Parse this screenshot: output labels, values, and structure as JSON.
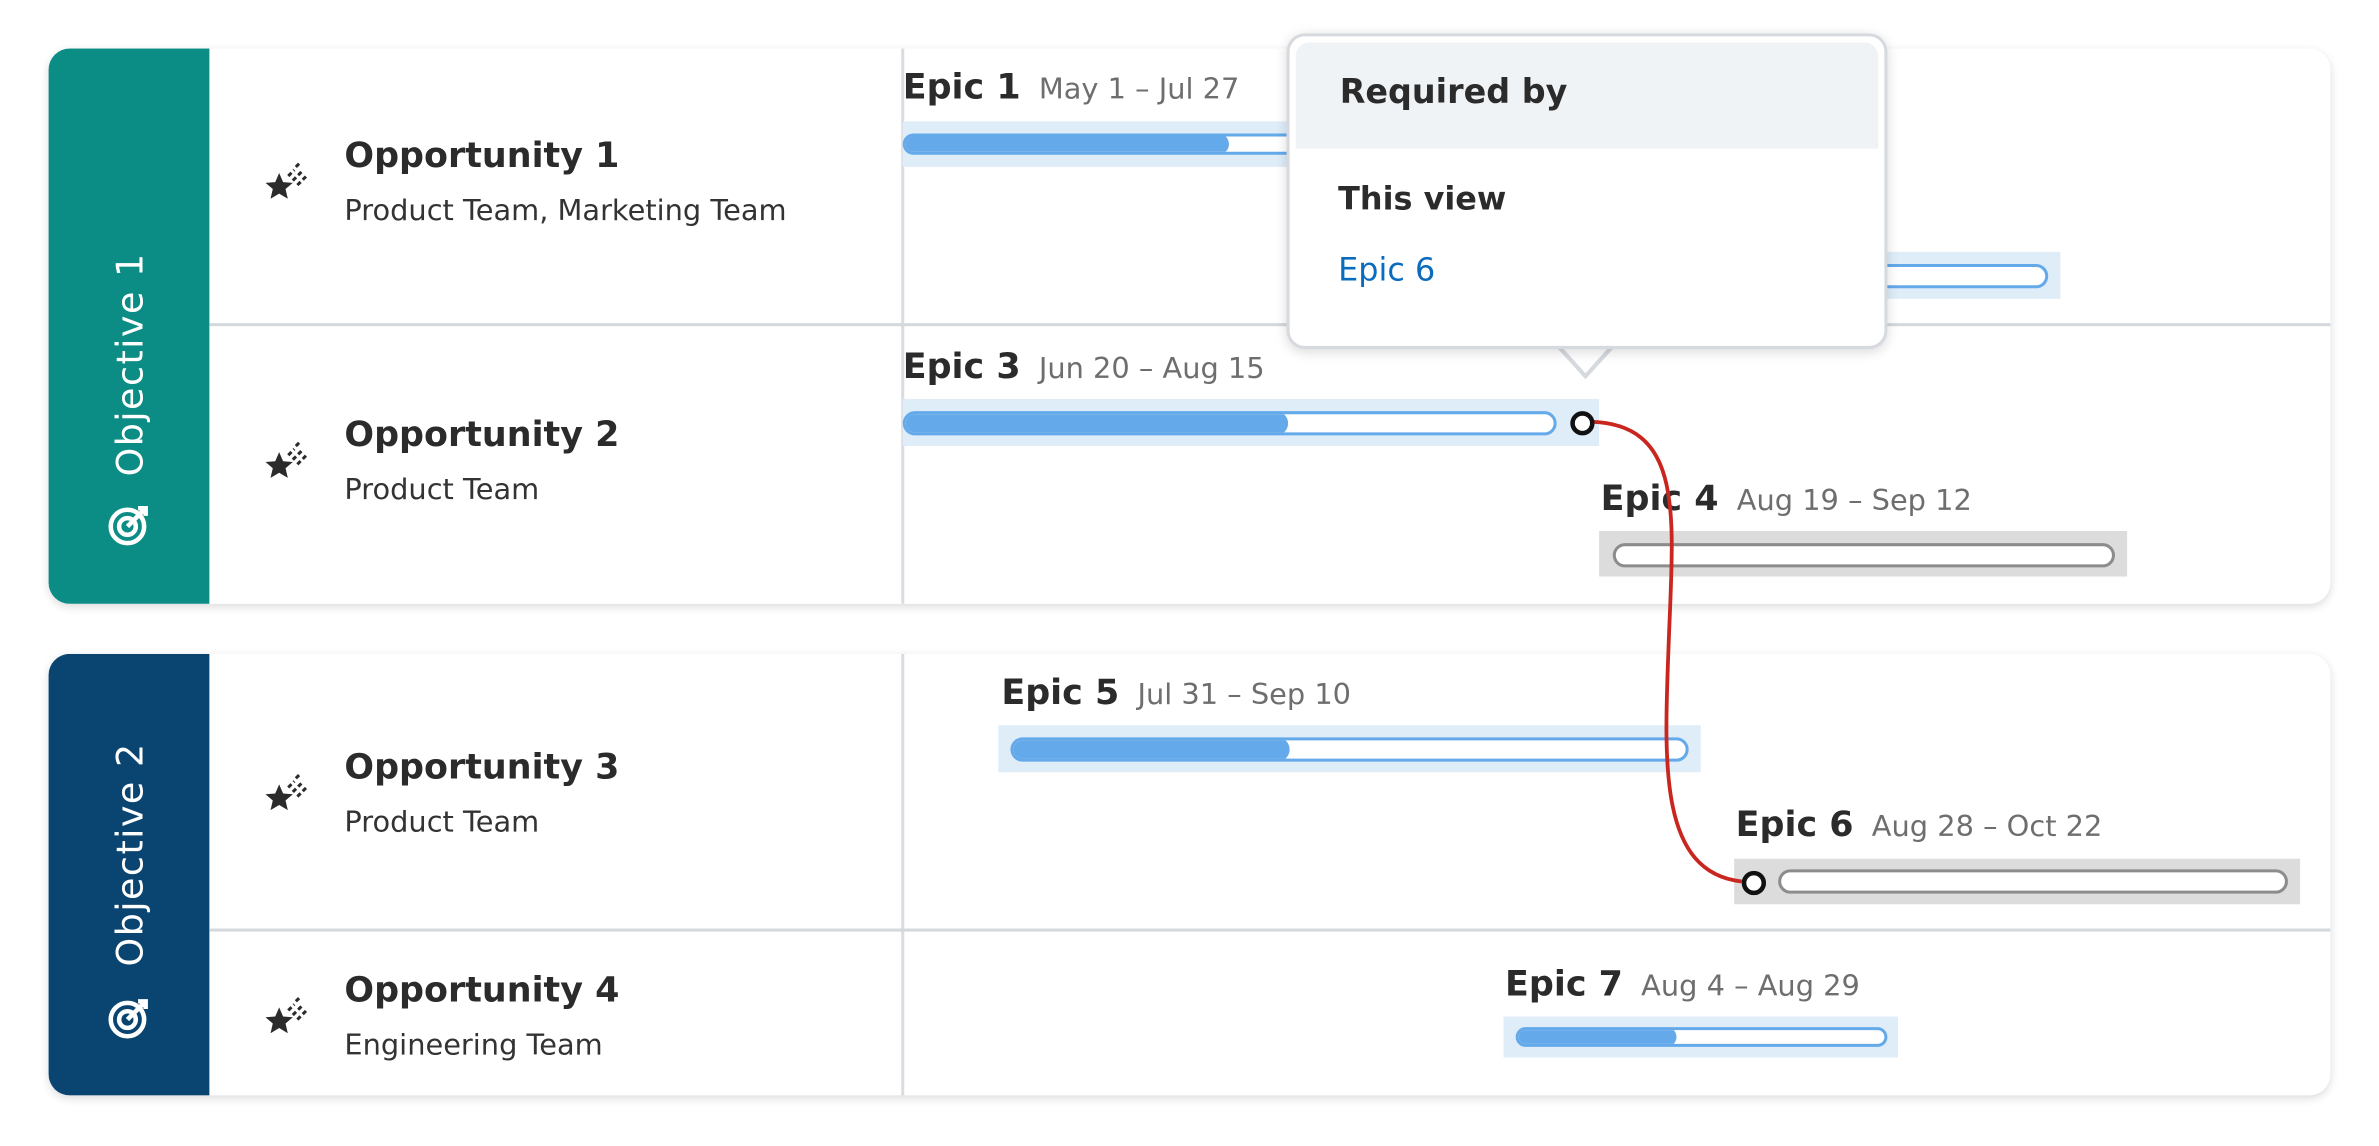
{
  "objectives": [
    {
      "label": "Objective 1",
      "color": "#0b8c84",
      "icon": "target-icon"
    },
    {
      "label": "Objective 2",
      "color": "#0a4571",
      "icon": "target-icon"
    }
  ],
  "opportunities": [
    {
      "title": "Opportunity 1",
      "teams": "Product Team, Marketing Team",
      "icon": "shooting-star-icon"
    },
    {
      "title": "Opportunity 2",
      "teams": "Product Team",
      "icon": "shooting-star-icon"
    },
    {
      "title": "Opportunity 3",
      "teams": "Product Team",
      "icon": "shooting-star-icon"
    },
    {
      "title": "Opportunity 4",
      "teams": "Engineering Team",
      "icon": "shooting-star-icon"
    }
  ],
  "epics": [
    {
      "name": "Epic 1",
      "dates": "May 1 – Jul 27",
      "progress": 0.8,
      "status": "active"
    },
    {
      "progress": 0,
      "status": "active"
    },
    {
      "name": "Epic 3",
      "dates": "Jun 20 – Aug 15",
      "progress": 0.59,
      "status": "active"
    },
    {
      "name": "Epic 4",
      "dates": "Aug 19 – Sep 12",
      "progress": 0,
      "status": "inactive"
    },
    {
      "name": "Epic 5",
      "dates": "Jul 31 – Sep 10",
      "progress": 0.41,
      "status": "active"
    },
    {
      "name": "Epic 6",
      "dates": "Aug 28 – Oct 22",
      "progress": 0,
      "status": "inactive"
    },
    {
      "name": "Epic 7",
      "dates": "Aug 4 – Aug 29",
      "progress": 0.43,
      "status": "active"
    }
  ],
  "dependency": {
    "from": "Epic 3",
    "to": "Epic 6",
    "color": "#c8261e"
  },
  "popover": {
    "header": "Required by",
    "section": "This view",
    "items": [
      "Epic 6"
    ]
  },
  "colors": {
    "bar_fill": "#64a9ea",
    "bar_bg": "#dfedf9",
    "inactive_bg": "#dcdcdc",
    "link": "#0a6cbf"
  }
}
